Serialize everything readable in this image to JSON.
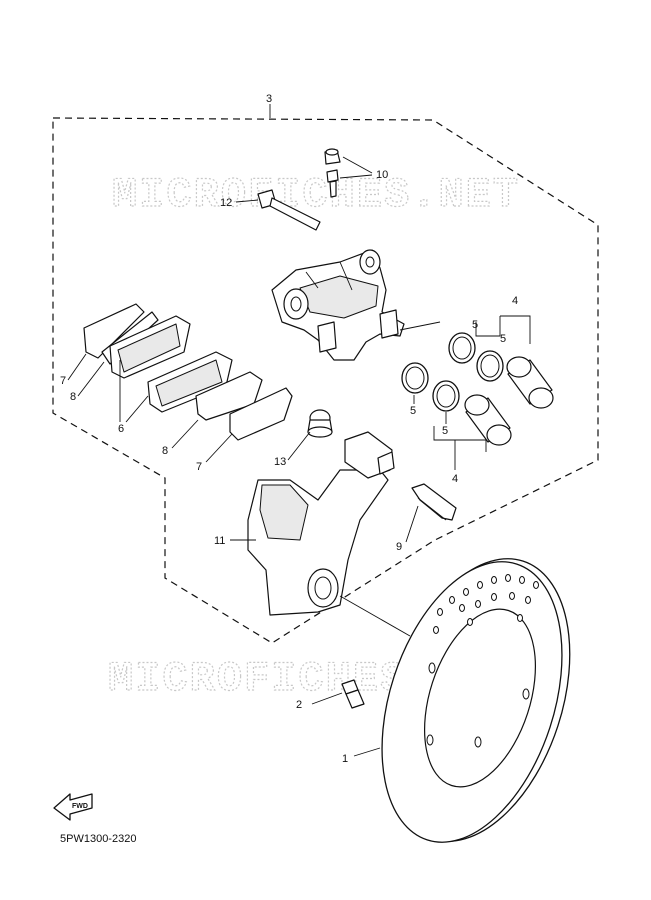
{
  "diagram": {
    "watermark_top": "MICROFICHES.NET",
    "watermark_bottom": "MICROFICHES.NET",
    "fwd_label": "FWD",
    "diagram_code": "5PW1300-2320",
    "callouts": {
      "c1": "1",
      "c2": "2",
      "c3": "3",
      "c4a": "4",
      "c4b": "4",
      "c5a": "5",
      "c5b": "5",
      "c5c": "5",
      "c5d": "5",
      "c6": "6",
      "c7a": "7",
      "c7b": "7",
      "c8a": "8",
      "c8b": "8",
      "c9": "9",
      "c10": "10",
      "c11": "11",
      "c12": "12",
      "c13": "13"
    }
  }
}
